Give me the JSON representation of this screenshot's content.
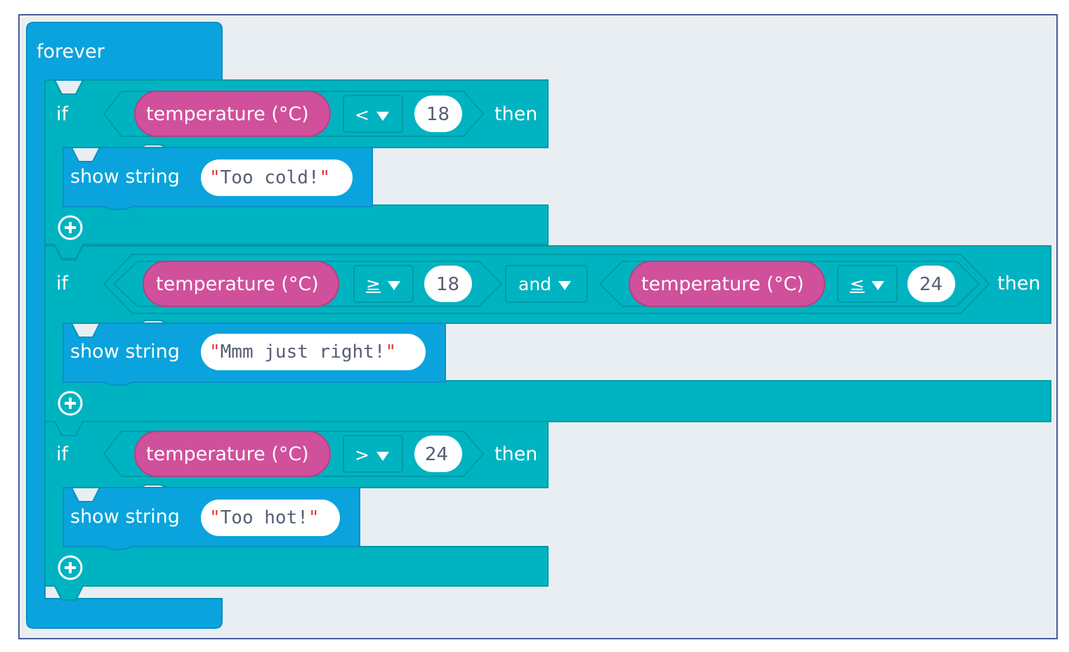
{
  "colors": {
    "forever": "#0aa3dd",
    "logic": "#00b3c1",
    "logic_dark": "#009aa6",
    "basic": "#0aa3dd",
    "sensor": "#d0509b",
    "canvas_bg": "#e9eef2",
    "string_quote": "#e03838"
  },
  "forever": {
    "label": "forever"
  },
  "if_blocks": [
    {
      "if_label": "if",
      "condition": {
        "reporter": "temperature (°C)",
        "operator": "<",
        "value": "18"
      },
      "then_label": "then",
      "show": {
        "label": "show string",
        "value": "Too cold!"
      },
      "add_icon": "plus-circle-icon"
    },
    {
      "if_label": "if",
      "left": {
        "reporter": "temperature (°C)",
        "operator": "≥",
        "value": "18"
      },
      "joiner": "and",
      "right": {
        "reporter": "temperature (°C)",
        "operator": "≤",
        "value": "24"
      },
      "then_label": "then",
      "show": {
        "label": "show string",
        "value": "Mmm just right!"
      },
      "add_icon": "plus-circle-icon"
    },
    {
      "if_label": "if",
      "condition": {
        "reporter": "temperature (°C)",
        "operator": ">",
        "value": "24"
      },
      "then_label": "then",
      "show": {
        "label": "show string",
        "value": "Too hot!"
      },
      "add_icon": "plus-circle-icon"
    }
  ],
  "quote_char": "\""
}
